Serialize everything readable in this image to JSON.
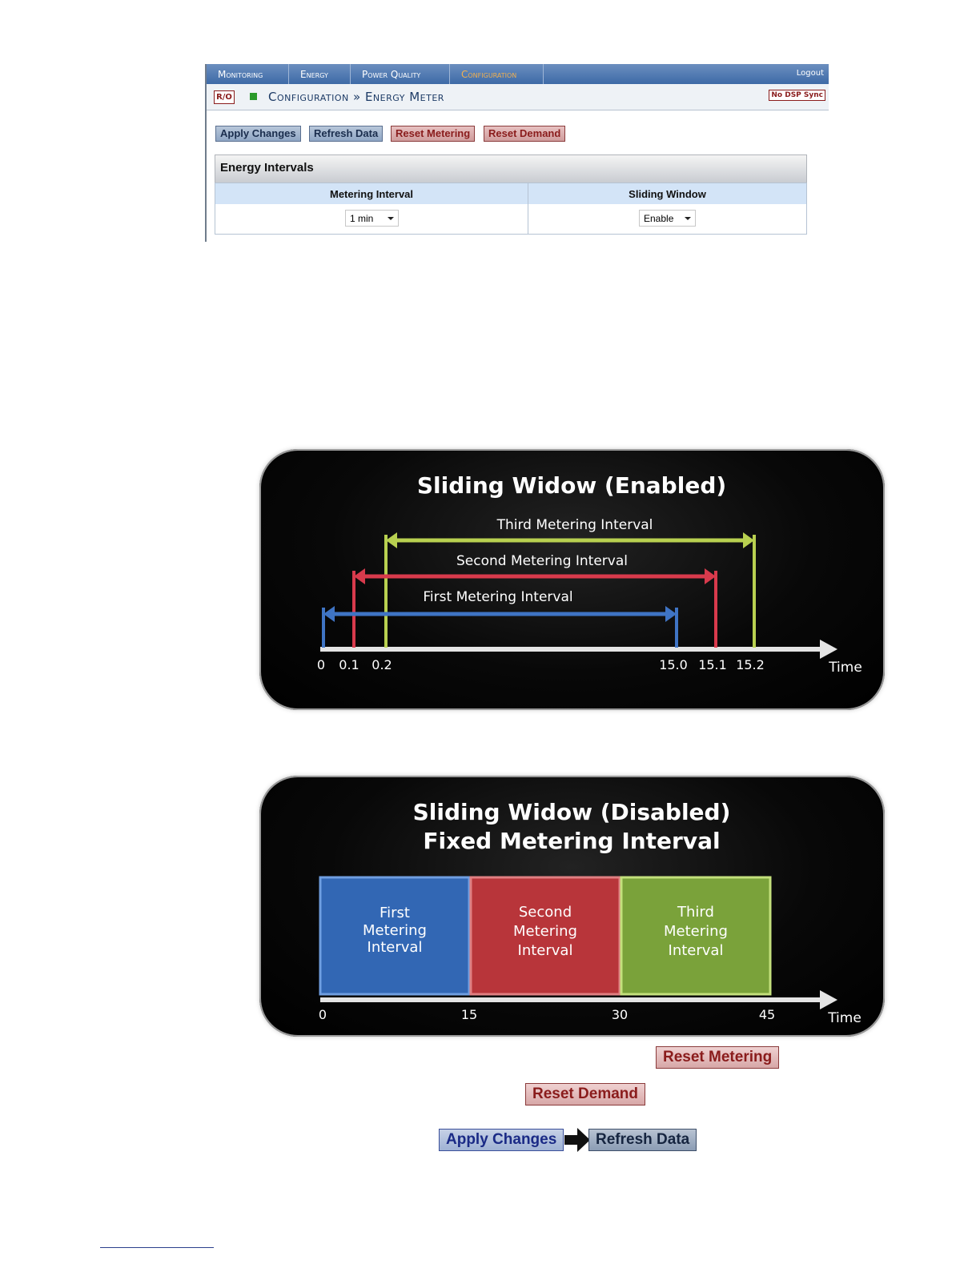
{
  "nav": {
    "tabs": [
      {
        "label": "Monitoring"
      },
      {
        "label": "Energy"
      },
      {
        "label": "Power Quality"
      },
      {
        "label": "Configuration"
      }
    ],
    "logout": "Logout"
  },
  "titlebar": {
    "ro_badge": "R/O",
    "title": "Configuration » Energy Meter",
    "dsp_badge": "No DSP Sync"
  },
  "toolbar": {
    "apply": "Apply Changes",
    "refresh": "Refresh Data",
    "reset_metering": "Reset Metering",
    "reset_demand": "Reset Demand"
  },
  "energy_intervals": {
    "title": "Energy Intervals",
    "col_metering": "Metering Interval",
    "col_sliding": "Sliding Window",
    "metering_value": "1 min",
    "sliding_value": "Enable"
  },
  "diagram_enabled": {
    "title": "Sliding Widow (Enabled)",
    "third_label": "Third Metering Interval",
    "second_label": "Second Metering Interval",
    "first_label": "First  Metering Interval",
    "ticks": [
      "0",
      "0.1",
      "0.2",
      "15.0",
      "15.1",
      "15.2"
    ],
    "axis_label": "Time",
    "colors": {
      "first": "#3f74c4",
      "second": "#d83a4c",
      "third": "#b8d050"
    }
  },
  "diagram_disabled": {
    "title_line1": "Sliding Widow (Disabled)",
    "title_line2": "Fixed Metering Interval",
    "blocks": [
      {
        "l1": "First",
        "l2": "Metering",
        "l3": "Interval"
      },
      {
        "l1": "Second",
        "l2": "Metering",
        "l3": "Interval"
      },
      {
        "l1": "Third",
        "l2": "Metering",
        "l3": "Interval"
      }
    ],
    "ticks": [
      "0",
      "15",
      "30",
      "45"
    ],
    "axis_label": "Time",
    "colors": {
      "first": "#3267b4",
      "second": "#b8353a",
      "third": "#7aa23a"
    }
  },
  "callouts": {
    "reset_metering": "Reset Metering",
    "reset_demand": "Reset Demand",
    "apply": "Apply Changes",
    "refresh": "Refresh Data"
  }
}
